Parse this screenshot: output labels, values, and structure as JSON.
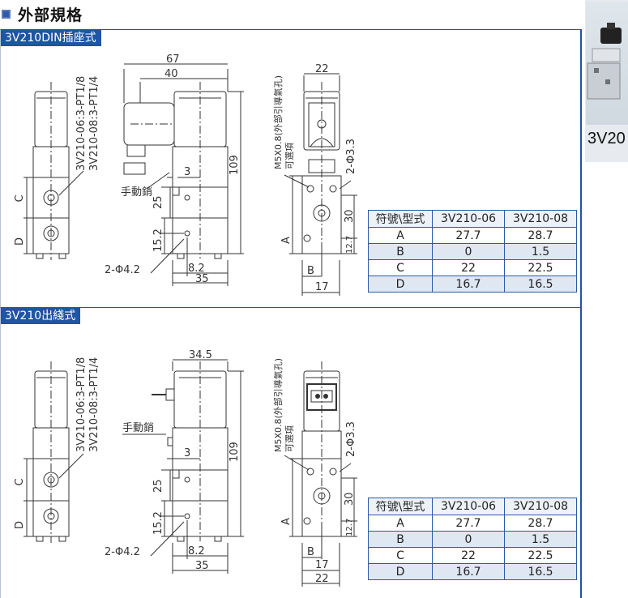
{
  "page_title": "外部規格",
  "side_label": "3V20",
  "sections": [
    {
      "header": "3V210DIN插座式",
      "labels": {
        "port_spec_1": "3V210-06:3-PT1/8",
        "port_spec_2": "3V210-08:3-PT1/4",
        "dim_67": "67",
        "dim_40": "40",
        "dim_109": "109",
        "dim_3": "3",
        "manual_pin": "手動銷",
        "dim_25": "25",
        "dim_15_2": "15.2",
        "hole_4_2": "2-Φ4.2",
        "dim_8_2": "8.2",
        "dim_35": "35",
        "exhaust": "M5X0.8(外部引導氣孔)",
        "optional": "可選項",
        "dim_22": "22",
        "hole_3_3": "2-Φ3.3",
        "dim_30": "30",
        "dim_12_7": "12.7",
        "dim_17": "17",
        "C": "C",
        "D": "D",
        "A": "A",
        "B": "B"
      },
      "table": {
        "headers": [
          "符號\\型式",
          "3V210-06",
          "3V210-08"
        ],
        "rows": [
          [
            "A",
            "27.7",
            "28.7"
          ],
          [
            "B",
            "0",
            "1.5"
          ],
          [
            "C",
            "22",
            "22.5"
          ],
          [
            "D",
            "16.7",
            "16.5"
          ]
        ]
      }
    },
    {
      "header": "3V210出綫式",
      "labels": {
        "port_spec_1": "3V210-06:3-PT1/8",
        "port_spec_2": "3V210-08:3-PT1/4",
        "dim_34_5": "34.5",
        "manual_pin": "手動銷",
        "dim_109": "109",
        "dim_3": "3",
        "dim_25": "25",
        "dim_15_2": "15.2",
        "hole_4_2": "2-Φ4.2",
        "dim_8_2": "8.2",
        "dim_35": "35",
        "exhaust": "M5X0.8(外部引導氣孔)",
        "optional": "可選項",
        "hole_3_3": "2-Φ3.3",
        "dim_30": "30",
        "dim_12_7": "12.7",
        "dim_17": "17",
        "dim_22": "22",
        "C": "C",
        "D": "D",
        "A": "A",
        "B": "B"
      },
      "table": {
        "headers": [
          "符號\\型式",
          "3V210-06",
          "3V210-08"
        ],
        "rows": [
          [
            "A",
            "27.7",
            "28.7"
          ],
          [
            "B",
            "0",
            "1.5"
          ],
          [
            "C",
            "22",
            "22.5"
          ],
          [
            "D",
            "16.7",
            "16.5"
          ]
        ]
      }
    }
  ]
}
